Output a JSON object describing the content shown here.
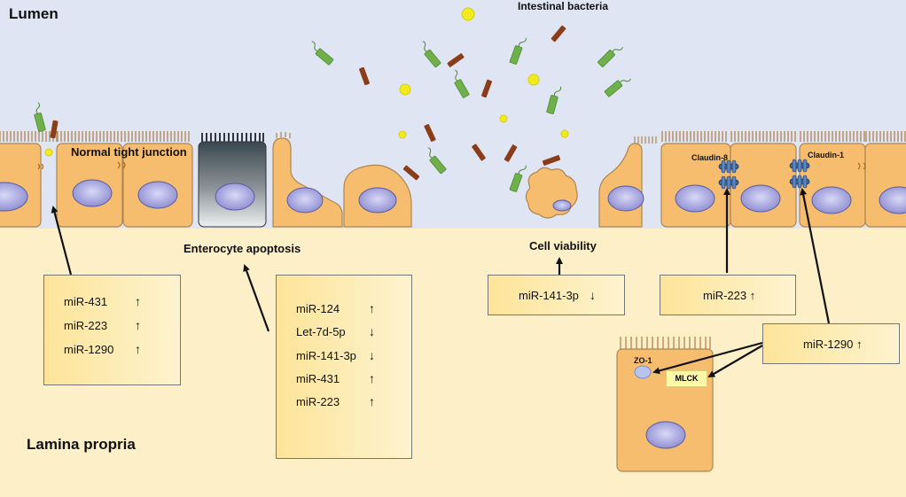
{
  "regions": {
    "lumen": "Lumen",
    "lamina_propria": "Lamina propria"
  },
  "labels": {
    "bacteria": "Intestinal bacteria",
    "normal_tj": "Normal tight junction",
    "apoptosis": "Enterocyte apoptosis",
    "cell_viability": "Cell viability",
    "claudin8": "Claudin-8",
    "claudin1": "Claudin-1",
    "zo1": "ZO-1",
    "mlck": "MLCK"
  },
  "boxes": {
    "tight_junction": [
      {
        "mirna": "miR-431",
        "arrow": "↑"
      },
      {
        "mirna": "miR-223",
        "arrow": "↑"
      },
      {
        "mirna": "miR-1290",
        "arrow": "↑"
      }
    ],
    "apoptosis": [
      {
        "mirna": "miR-124",
        "arrow": "↑"
      },
      {
        "mirna": "Let-7d-5p",
        "arrow": "↓"
      },
      {
        "mirna": "miR-141-3p",
        "arrow": "↓"
      },
      {
        "mirna": "miR-431",
        "arrow": "↑"
      },
      {
        "mirna": "miR-223",
        "arrow": "↑"
      }
    ],
    "viability": {
      "text": "miR-141-3p",
      "arrow": "↓"
    },
    "claudin8": {
      "text": "miR-223 ↑"
    },
    "claudin1_mlck": {
      "text": "miR-1290 ↑"
    }
  },
  "colors": {
    "lumen_bg": "#dfe5f3",
    "lamina_bg": "#fdf0c8",
    "cell_fill": "#f6bd6e",
    "cell_stroke": "#b08550",
    "nucleus": "#8f8fd6",
    "rod_bacteria": "#6fb04a",
    "brown_bacteria": "#8b3d1a",
    "cocci": "#f2ea1a",
    "box_from": "#fde499",
    "box_to": "#fdf3cf",
    "claudin": "#3d6aa6"
  },
  "icons": [
    "rod-bacterium-icon",
    "cocci-icon",
    "claudin-protein-icon",
    "zo1-protein-icon"
  ]
}
